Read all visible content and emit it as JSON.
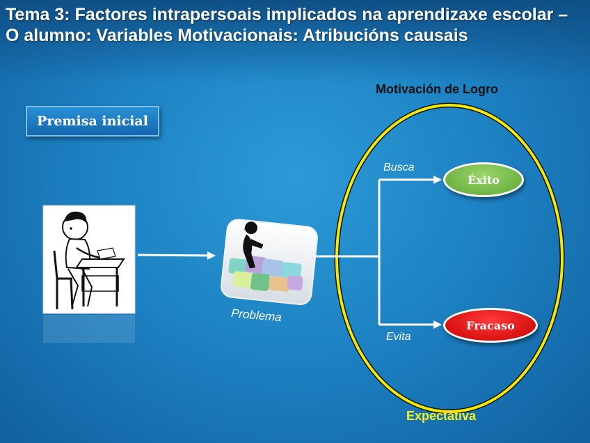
{
  "slide": {
    "title": "Tema 3: Factores intrapersoais implicados na aprendizaxe escolar –  O alumno: Variables Motivacionais: Atribucións causais",
    "premise_label": "Premisa inicial"
  },
  "diagram": {
    "ellipse_label": "Motivación de Logro",
    "bottom_label": "Expectativa",
    "problem_label": "Problema",
    "branch_up_label": "Busca",
    "branch_down_label": "Evita",
    "outcome_success": "Éxito",
    "outcome_failure": "Fracaso"
  },
  "colors": {
    "ellipse_stroke": "#f2e80e",
    "success": "#5da834",
    "failure": "#c80000",
    "expectation_text": "#f3f21e"
  },
  "icons": [
    "student-writing-illustration",
    "puzzle-thinker-illustration"
  ]
}
